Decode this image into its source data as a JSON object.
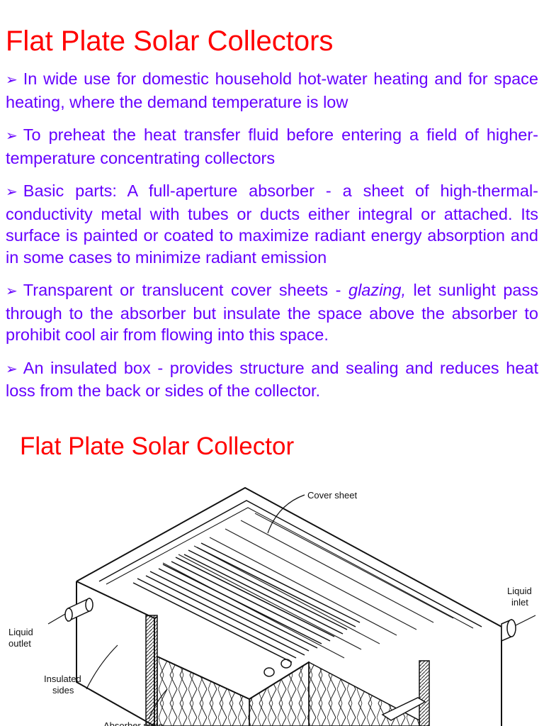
{
  "slide1": {
    "title": "Flat Plate Solar Collectors",
    "bullets": [
      {
        "text": "In wide use for domestic household hot-water heating and for space heating, where the demand temperature is low"
      },
      {
        "text": "To preheat the heat transfer fluid before entering a field of higher-temperature concentrating collectors"
      },
      {
        "text": "Basic parts: A full-aperture absorber - a sheet of high-thermal-conductivity metal with tubes or ducts either integral or attached. Its surface is painted or coated to maximize radiant energy absorption and in some cases to minimize radiant emission"
      },
      {
        "before": "Transparent or translucent cover sheets - ",
        "italic": "glazing,",
        "after": " let sunlight pass through to the absorber but insulate the space above the absorber to prohibit cool air from flowing into this space."
      },
      {
        "text": "An insulated box - provides structure and sealing and reduces heat loss from the back or sides of the collector."
      }
    ]
  },
  "slide2": {
    "title": "Flat Plate Solar Collector",
    "labels": {
      "cover_sheet": "Cover sheet",
      "liquid_inlet_1": "Liquid",
      "liquid_inlet_2": "inlet",
      "liquid_outlet_1": "Liquid",
      "liquid_outlet_2": "outlet",
      "insulated_sides_1": "Insulated",
      "insulated_sides_2": "sides",
      "absorber_plate": "Absorber plate"
    }
  },
  "bullet_icon": "arrowhead-icon",
  "colors": {
    "title": "#ff0000",
    "body_text": "#6600ff"
  }
}
